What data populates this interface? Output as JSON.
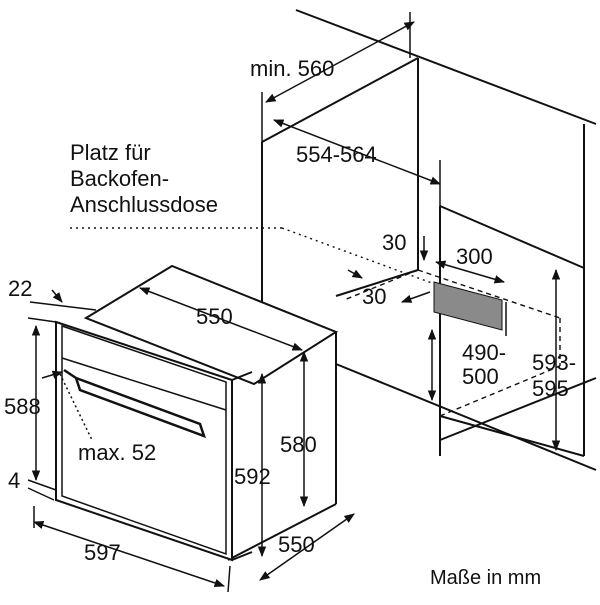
{
  "labels": {
    "socket_space": [
      "Platz für",
      "Backofen-",
      "Anschlussdose"
    ],
    "units": "Maße in mm"
  },
  "dimensions": {
    "niche_depth_min": "min. 560",
    "niche_width": "554-564",
    "socket_offset_top": "30",
    "socket_offset_side": "30",
    "socket_width": "300",
    "socket_height_a": "490-",
    "socket_height_b": "500",
    "niche_height_a": "593-",
    "niche_height_b": "595",
    "oven_width_top": "550",
    "front_overhang": "22",
    "front_height": "588",
    "bottom_gap": "4",
    "max_connection": "max. 52",
    "body_height": "592",
    "body_height_inner": "580",
    "oven_width": "597",
    "oven_depth": "550"
  },
  "colors": {
    "line": "#111111",
    "socket_fill": "#8a8a8a",
    "background": "#ffffff"
  }
}
